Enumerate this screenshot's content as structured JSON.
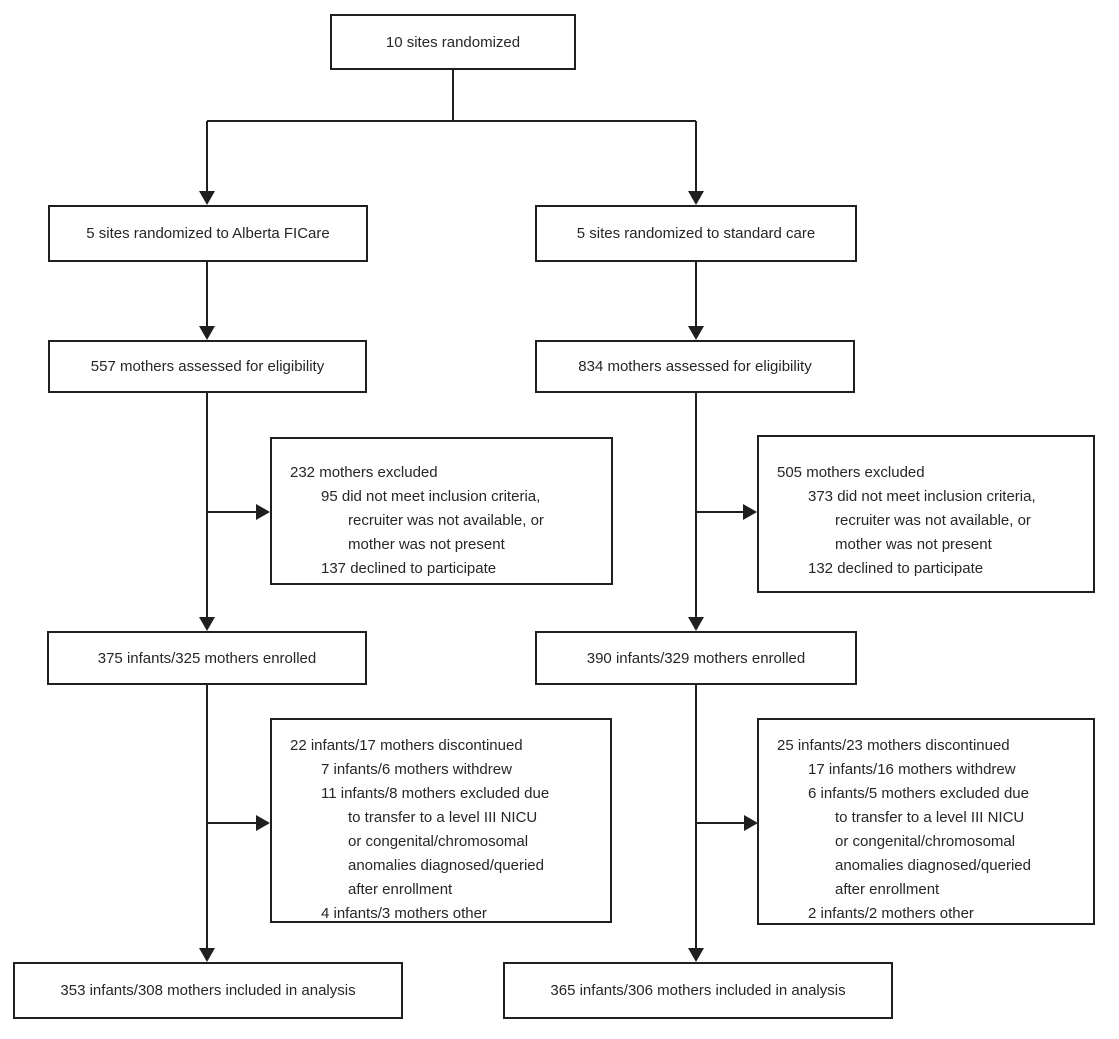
{
  "colors": {
    "line": "#1f1f1f",
    "text": "#262626",
    "box_background": "#ffffff",
    "page_background": "#ffffff"
  },
  "flowchart": {
    "root_label": "10 sites randomized",
    "left_arm": {
      "randomized_label": "5 sites randomized to Alberta FICare",
      "assessed_label": "557 mothers assessed for eligibility",
      "excluded_lines": [
        "232 mothers excluded",
        "95 did not meet inclusion criteria,",
        "recruiter was not available, or",
        "mother was not present",
        "137 declined to participate"
      ],
      "enrolled_label": "375 infants/325 mothers enrolled",
      "discontinued_lines": [
        "22 infants/17 mothers discontinued",
        "7 infants/6 mothers withdrew",
        "11 infants/8 mothers excluded due",
        "to transfer to a level III NICU",
        "or congenital/chromosomal",
        "anomalies diagnosed/queried",
        "after enrollment",
        "4 infants/3 mothers other"
      ],
      "analysis_label": "353 infants/308 mothers included in analysis"
    },
    "right_arm": {
      "randomized_label": "5 sites randomized to standard care",
      "assessed_label": "834 mothers assessed for eligibility",
      "excluded_lines": [
        "505 mothers excluded",
        "373 did not meet inclusion criteria,",
        "recruiter was not available, or",
        "mother was not present",
        "132 declined to participate"
      ],
      "enrolled_label": "390 infants/329 mothers enrolled",
      "discontinued_lines": [
        "25 infants/23 mothers discontinued",
        "17 infants/16 mothers withdrew",
        "6 infants/5 mothers excluded due",
        "to transfer to a level III NICU",
        "or congenital/chromosomal",
        "anomalies diagnosed/queried",
        "after enrollment",
        "2 infants/2 mothers other"
      ],
      "analysis_label": "365 infants/306 mothers included in analysis"
    }
  }
}
